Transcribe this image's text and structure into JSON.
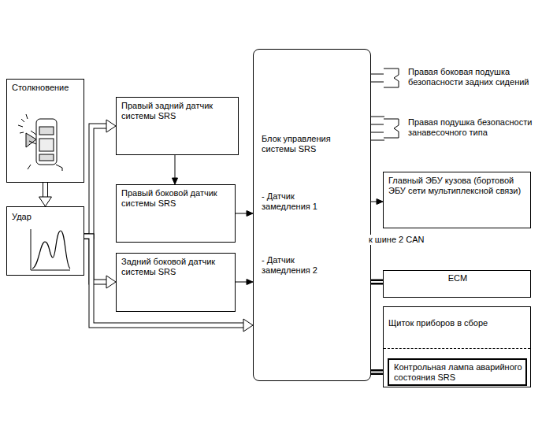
{
  "diagram": {
    "nodes": [
      {
        "text": [
          "Столкновение"
        ]
      },
      {
        "text": [
          "Удар"
        ]
      },
      {
        "text": [
          "Правый задний датчик системы SRS"
        ]
      },
      {
        "text": [
          "Правый боковой датчик системы SRS"
        ]
      },
      {
        "text": [
          "Задний боковой датчик системы SRS"
        ]
      },
      {
        "text": [
          "Блок управления системы SRS",
          "- Датчик замедления 1",
          "- Датчик замедления 2"
        ]
      },
      {
        "text": [
          "Правая боковая подушка безопасности задних сидений"
        ]
      },
      {
        "text": [
          "Правая подушка безопасности занавесочного типа"
        ]
      },
      {
        "text": [
          "Главный ЭБУ кузова (бортовой ЭБУ сети мультиплексной связи)"
        ]
      },
      {
        "text": [
          "ECM"
        ]
      },
      {
        "text": [
          "Щиток приборов в сборе"
        ]
      },
      {
        "text": [
          "Контрольная лампа аварийного состояния SRS"
        ],
        "in": 10
      }
    ],
    "edges": [
      {
        "from": 0,
        "to": 1,
        "arrow": "to"
      },
      {
        "from": 1,
        "to": 2,
        "arrow": "to"
      },
      {
        "from": 1,
        "to": 4,
        "arrow": "to"
      },
      {
        "from": 1,
        "to": 5,
        "arrow": "to"
      },
      {
        "from": 2,
        "to": 3,
        "arrow": "to"
      },
      {
        "from": 3,
        "to": 5,
        "arrow": "to"
      },
      {
        "from": 4,
        "to": 5,
        "arrow": "to"
      },
      {
        "from": 5,
        "to": 6,
        "arrow": "none"
      },
      {
        "from": 5,
        "to": 7,
        "arrow": "none"
      },
      {
        "from": 5,
        "to": 8,
        "arrow": "to"
      },
      {
        "from": 5,
        "to": 9,
        "arrow": "none"
      },
      {
        "from": 5,
        "to": 11,
        "arrow": "none"
      }
    ],
    "labels": [
      "к шине 2 CAN"
    ]
  }
}
